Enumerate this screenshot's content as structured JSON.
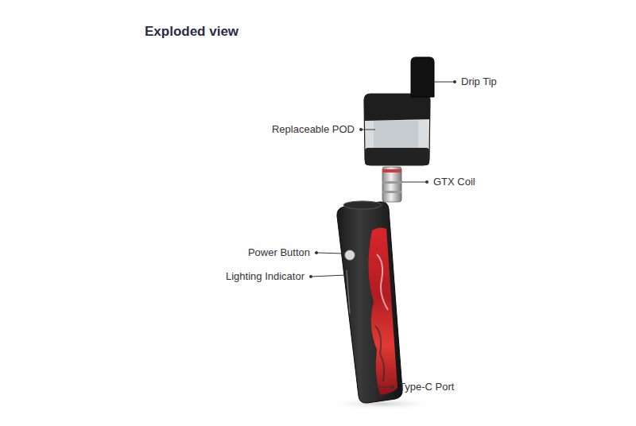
{
  "diagram": {
    "title": "Exploded view",
    "labels": [
      "Drip Tip",
      "Replaceable POD",
      "GTX Coil",
      "Power Button",
      "Lighting Indicator",
      "Type-C Port"
    ]
  }
}
